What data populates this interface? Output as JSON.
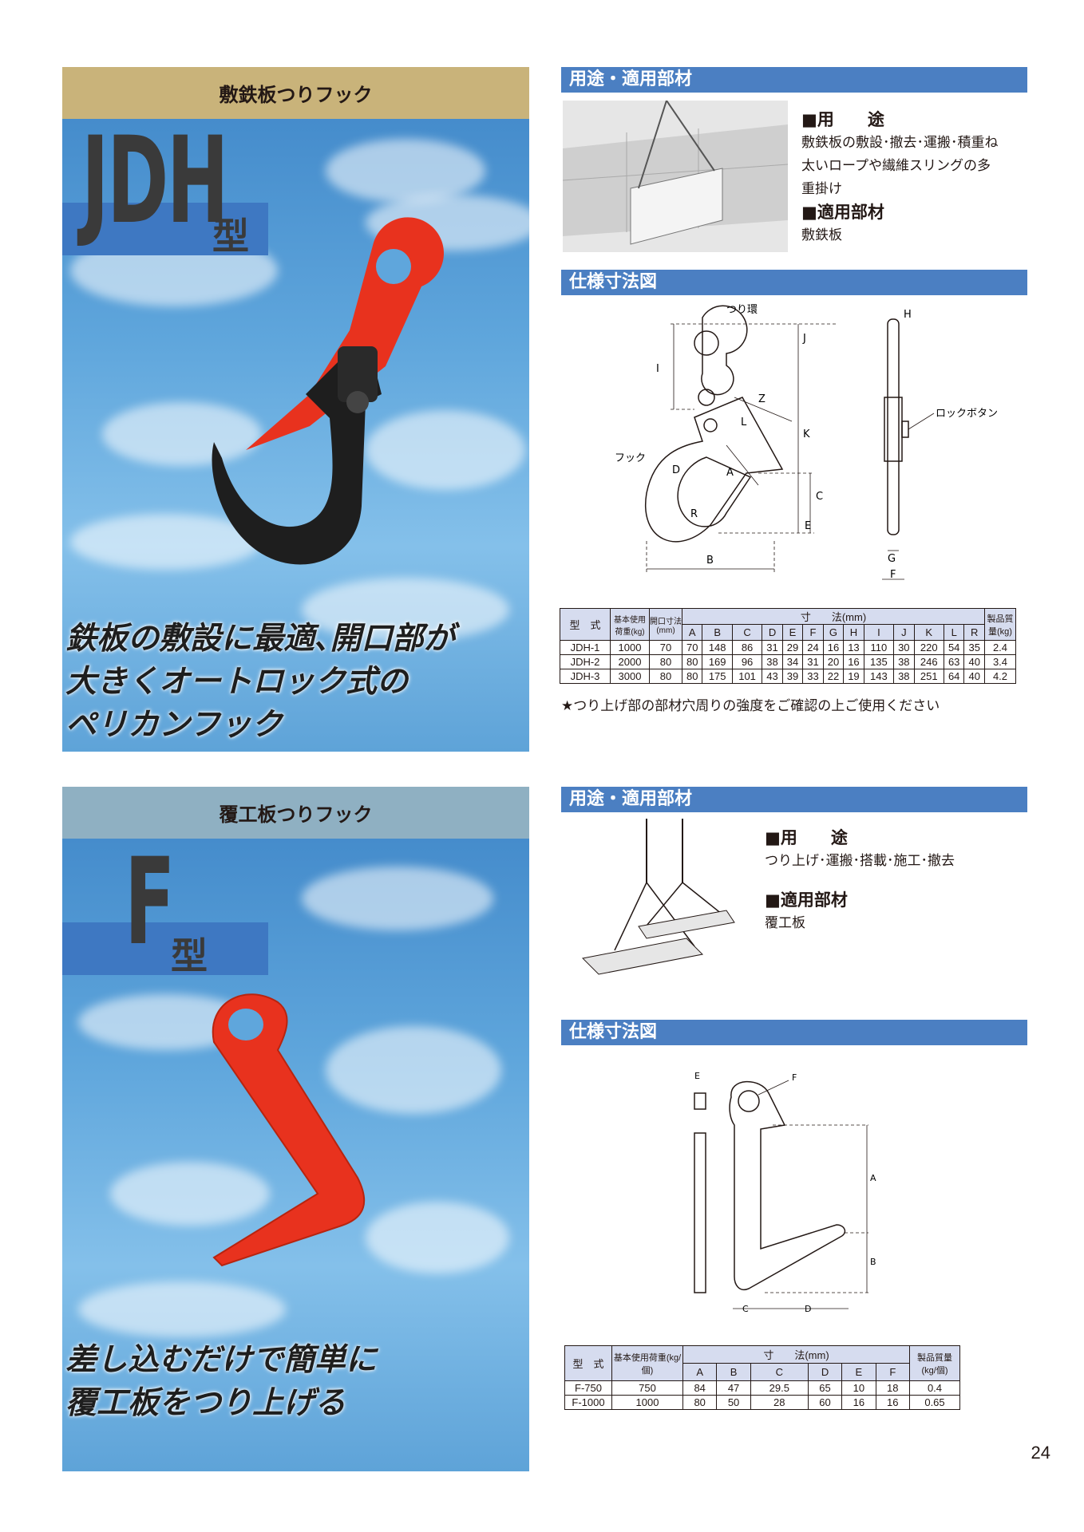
{
  "page_number": "24",
  "jdh": {
    "band": "敷鉄板つりフック",
    "model_letters": "JDH",
    "model_suffix": "型",
    "slogan": [
      "鉄板の敷設に最適､開口部が",
      "大きくオートロック式の",
      "ペリカンフック"
    ],
    "usage_header": "用途・適用部材",
    "usage_title": "■用　　途",
    "usage_lines": [
      "敷鉄板の敷設･撤去･運搬･積重ね",
      "太いロープや繊維スリングの多",
      "重掛け"
    ],
    "material_title": "■適用部材",
    "material_text": "敷鉄板",
    "spec_header": "仕様寸法図",
    "diagram_labels": {
      "ring": "つり環",
      "hook": "フック",
      "lock": "ロックボタン",
      "A": "A",
      "B": "B",
      "C": "C",
      "D": "D",
      "E": "E",
      "F": "F",
      "G": "G",
      "H": "H",
      "I": "I",
      "J": "J",
      "K": "K",
      "L": "L",
      "R": "R",
      "Z": "Z"
    },
    "table": {
      "h_model": "型　式",
      "h_load": "基本使用荷重(kg)",
      "h_open": "開口寸法(mm)",
      "h_dims": "寸　　法(mm)",
      "h_mass": "製品質量(kg)",
      "dim_cols": [
        "A",
        "B",
        "C",
        "D",
        "E",
        "F",
        "G",
        "H",
        "I",
        "J",
        "K",
        "L",
        "R"
      ],
      "rows": [
        {
          "model": "JDH-1",
          "load": "1000",
          "open": "70",
          "dims": [
            "70",
            "148",
            "86",
            "31",
            "29",
            "24",
            "16",
            "13",
            "110",
            "30",
            "220",
            "54",
            "35"
          ],
          "mass": "2.4"
        },
        {
          "model": "JDH-2",
          "load": "2000",
          "open": "80",
          "dims": [
            "80",
            "169",
            "96",
            "38",
            "34",
            "31",
            "20",
            "16",
            "135",
            "38",
            "246",
            "63",
            "40"
          ],
          "mass": "3.4"
        },
        {
          "model": "JDH-3",
          "load": "3000",
          "open": "80",
          "dims": [
            "80",
            "175",
            "101",
            "43",
            "39",
            "33",
            "22",
            "19",
            "143",
            "38",
            "251",
            "64",
            "40"
          ],
          "mass": "4.2"
        }
      ]
    },
    "note": "★つり上げ部の部材穴周りの強度をご確認の上ご使用ください"
  },
  "f": {
    "band": "覆工板つりフック",
    "model_letters": "F",
    "model_suffix": "型",
    "slogan": [
      "差し込むだけで簡単に",
      "覆工板をつり上げる"
    ],
    "usage_header": "用途・適用部材",
    "usage_title": "■用　　途",
    "usage_text": "つり上げ･運搬･搭載･施工･撤去",
    "material_title": "■適用部材",
    "material_text": "覆工板",
    "spec_header": "仕様寸法図",
    "diagram_labels": {
      "A": "A",
      "B": "B",
      "C": "C",
      "D": "D",
      "E": "E",
      "F": "F"
    },
    "table": {
      "h_model": "型　式",
      "h_load": "基本使用荷重(kg/個)",
      "h_dims": "寸　　法(mm)",
      "h_mass": "製品質量(kg/個)",
      "dim_cols": [
        "A",
        "B",
        "C",
        "D",
        "E",
        "F"
      ],
      "rows": [
        {
          "model": "F-750",
          "load": "750",
          "dims": [
            "84",
            "47",
            "29.5",
            "65",
            "10",
            "18"
          ],
          "mass": "0.4"
        },
        {
          "model": "F-1000",
          "load": "1000",
          "dims": [
            "80",
            "50",
            "28",
            "60",
            "16",
            "16"
          ],
          "mass": "0.65"
        }
      ]
    }
  },
  "colors": {
    "band_jdh": "#c9b37a",
    "band_f": "#8fb0c2",
    "section_header": "#4b7fc2",
    "hook_red": "#e8321e",
    "hook_black": "#1e1e1e",
    "type_box": "#3e78c2"
  }
}
